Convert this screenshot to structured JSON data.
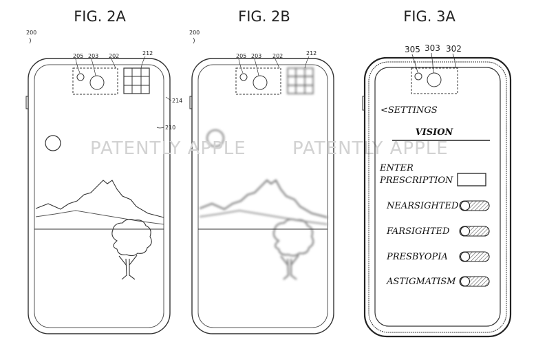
{
  "figures": [
    {
      "title": "FIG. 2A",
      "refs": {
        "device": "200",
        "r205": "205",
        "r203": "203",
        "r202": "202",
        "r212": "212",
        "r214": "214",
        "r210": "210"
      }
    },
    {
      "title": "FIG. 2B",
      "refs": {
        "device": "200",
        "r205": "205",
        "r203": "203",
        "r202": "202",
        "r212": "212"
      }
    },
    {
      "title": "FIG. 3A",
      "refs": {
        "r305": "305",
        "r303": "303",
        "r302": "302"
      }
    }
  ],
  "watermark": "PATENTLY APPLE",
  "settings_screen": {
    "back_label": "<SETTINGS",
    "heading": "VISION",
    "enter_prescription_line1": "ENTER",
    "enter_prescription_line2": "PRESCRIPTION",
    "toggles": [
      {
        "label": "NEARSIGHTED"
      },
      {
        "label": "FARSIGHTED"
      },
      {
        "label": "PRESBYOPIA"
      },
      {
        "label": "ASTIGMATISM"
      }
    ]
  }
}
